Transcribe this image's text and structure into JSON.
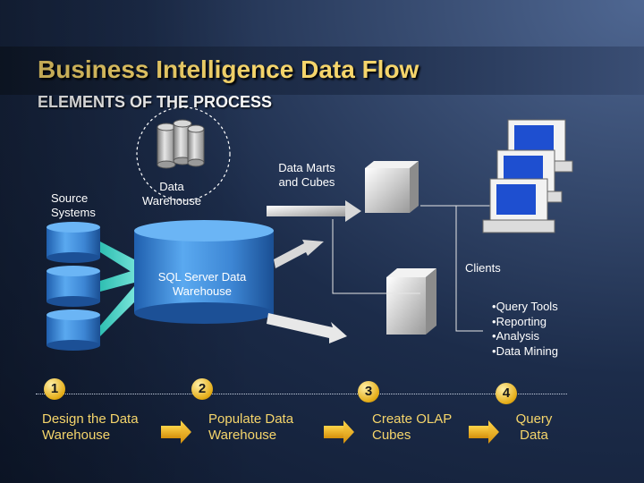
{
  "title": "Business Intelligence Data Flow",
  "subtitle": "ELEMENTS OF THE PROCESS",
  "labels": {
    "source_systems": "Source Systems",
    "data_warehouse": "Data Warehouse",
    "data_marts": "Data Marts and Cubes",
    "sql_server": "SQL Server Data Warehouse",
    "clients": "Clients"
  },
  "client_items": [
    "Query Tools",
    "Reporting",
    "Analysis",
    "Data Mining"
  ],
  "steps": [
    {
      "number": "1",
      "label": "Design the Data Warehouse"
    },
    {
      "number": "2",
      "label": "Populate Data Warehouse"
    },
    {
      "number": "3",
      "label": "Create OLAP Cubes"
    },
    {
      "number": "4",
      "label": "Query Data"
    }
  ],
  "colors": {
    "title": "#f5d56b",
    "cylinder": "#4f9be6",
    "arrow": "#e8b21a",
    "flow_arrow": "#3fd0c2"
  }
}
